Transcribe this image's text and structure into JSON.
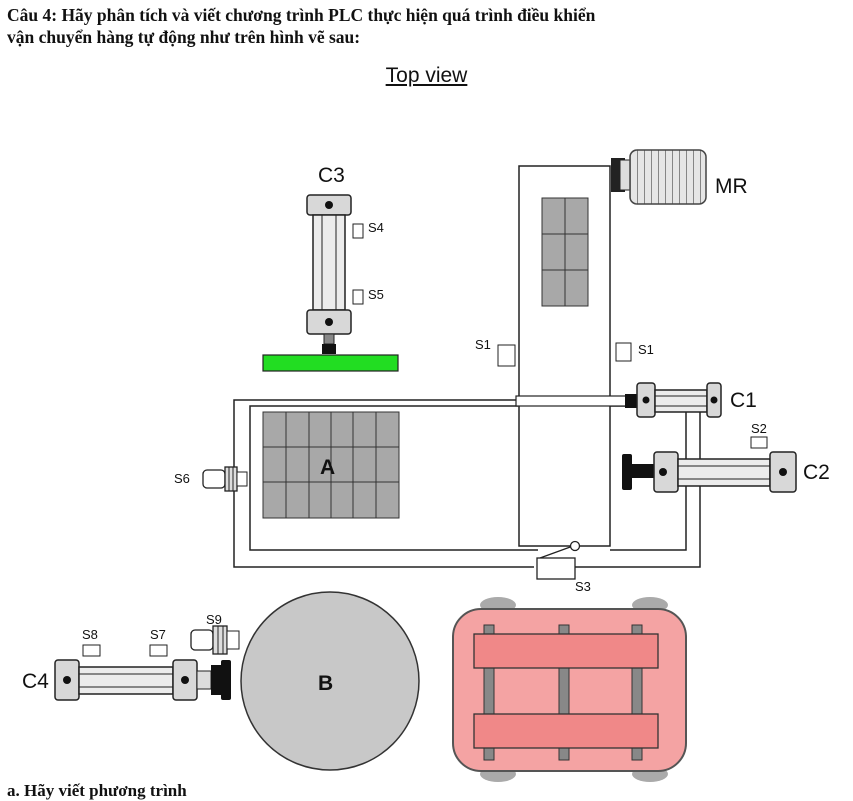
{
  "question": {
    "line1": "Câu 4: Hãy phân tích và viết chương trình PLC thực hiện quá trình điều khiển",
    "line2": "vận chuyển hàng tự động như trên hình vẽ sau:"
  },
  "view_title": "Top view",
  "labels": {
    "c1": "C1",
    "c2": "C2",
    "c3": "C3",
    "c4": "C4",
    "mr": "MR",
    "s1_left": "S1",
    "s1_right": "S1",
    "s2": "S2",
    "s3": "S3",
    "s4": "S4",
    "s5": "S5",
    "s6": "S6",
    "s7": "S7",
    "s8": "S8",
    "s9": "S9",
    "area_a": "A",
    "area_b": "B"
  },
  "bottom_text": "a. Hãy viết phương trình",
  "colors": {
    "pusher_plate": "#22dd22",
    "cart_body": "#f4a3a3",
    "cart_border": "#555555",
    "table_b": "#c8c8c8",
    "package": "#a8a8a8",
    "cylinder": "#d8d8d8"
  }
}
